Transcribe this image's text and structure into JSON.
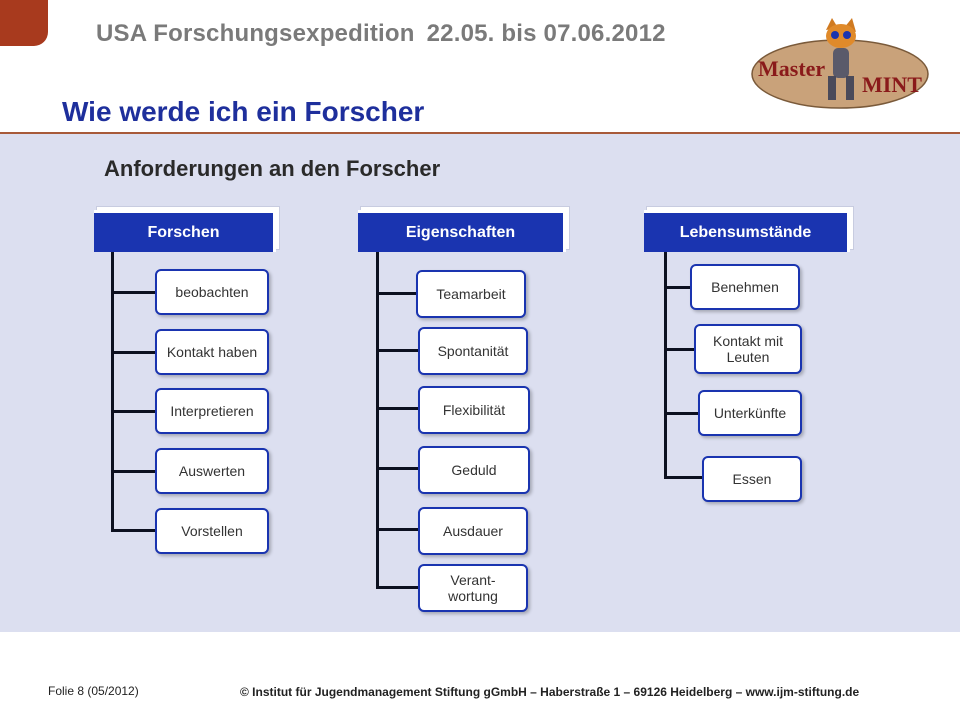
{
  "header": {
    "title": "USA Forschungsexpedition",
    "dates": "22.05. bis 07.06.2012"
  },
  "logo": {
    "text_left": "Master",
    "text_right": "MINT",
    "oval_color": "#c9a27a",
    "text_color": "#8a1a1a"
  },
  "slide": {
    "title": "Wie werde ich ein Forscher",
    "subtitle": "Anforderungen an den Forscher"
  },
  "columns": [
    {
      "header": "Forschen",
      "items": [
        "beobachten",
        "Kontakt haben",
        "Interpretieren",
        "Auswerten",
        "Vorstellen"
      ]
    },
    {
      "header": "Eigenschaften",
      "items": [
        "Teamarbeit",
        "Spontanität",
        "Flexibilität",
        "Geduld",
        "Ausdauer",
        "Verant-\nwortung"
      ]
    },
    {
      "header": "Lebensumstände",
      "items": [
        "Benehmen",
        "Kontakt mit\nLeuten",
        "Unterkünfte",
        "Essen"
      ]
    }
  ],
  "footer": {
    "folie": "Folie 8 (05/2012)",
    "copyright": "© Institut für Jugendmanagement Stiftung gGmbH – Haberstraße 1 – 69126 Heidelberg – www.ijm-stiftung.de"
  },
  "colors": {
    "accent_blue": "#1a34b0",
    "title_blue": "#1e2f9c",
    "band": "#dcdff0",
    "corner_tab": "#a83a1e"
  }
}
